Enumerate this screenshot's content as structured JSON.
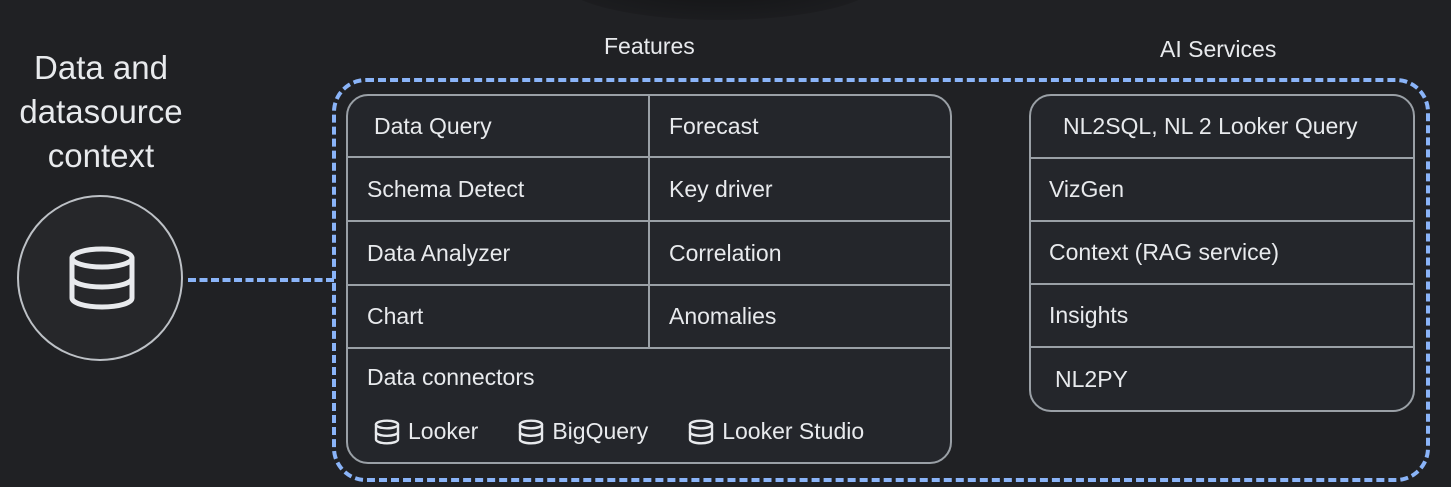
{
  "context": {
    "title_lines": [
      "Data and",
      "datasource",
      "context"
    ],
    "icon": "database-icon"
  },
  "features": {
    "label": "Features",
    "rows": [
      [
        "Data Query",
        "Forecast"
      ],
      [
        "Schema Detect",
        "Key driver"
      ],
      [
        "Data Analyzer",
        "Correlation"
      ],
      [
        "Chart",
        "Anomalies"
      ]
    ],
    "connectors_title": "Data connectors",
    "connectors": [
      {
        "label": "Looker",
        "icon": "database-icon"
      },
      {
        "label": "BigQuery",
        "icon": "database-icon"
      },
      {
        "label": "Looker Studio",
        "icon": "database-icon"
      }
    ]
  },
  "ai_services": {
    "label": "AI Services",
    "items": [
      "NL2SQL, NL 2 Looker Query",
      "VizGen",
      "Context (RAG service)",
      "Insights",
      "NL2PY"
    ]
  },
  "colors": {
    "background": "#202124",
    "accent_dashed": "#8ab4f8",
    "border": "#9aa0a6",
    "text": "#e8eaed"
  }
}
